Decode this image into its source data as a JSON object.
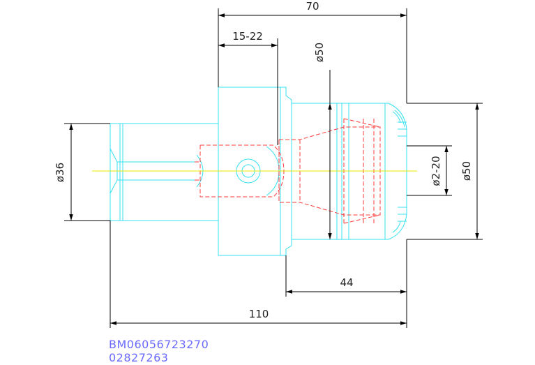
{
  "colors": {
    "outline": "#33e0f0",
    "hidden": "#ff3b3b",
    "center": "#e8e800",
    "dimension": "#000000",
    "text": "#222222",
    "code": "#6a6aff"
  },
  "dimensions": {
    "overall_top": "70",
    "clamp_range": "15-22",
    "flange_dia_vertical": "ø50",
    "shank_dia": "ø36",
    "bore_range": "ø2-20",
    "nose_dia": "ø50",
    "front_length": "44",
    "overall_length": "110"
  },
  "part_codes": {
    "line1": "BM06056723270",
    "line2": "02827263"
  }
}
